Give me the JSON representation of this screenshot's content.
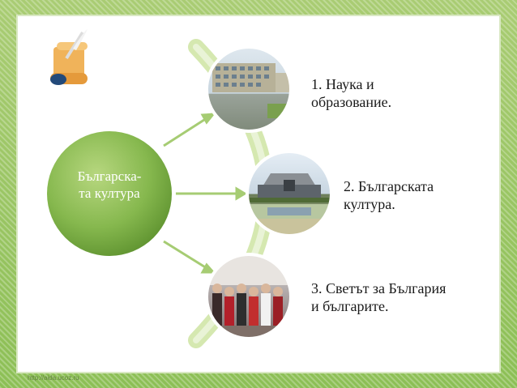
{
  "center": {
    "line1": "Българска-",
    "line2": "та култура"
  },
  "items": [
    {
      "line1": "1. Наука и",
      "line2": "образование."
    },
    {
      "line1": "2. Българската",
      "line2": "култура."
    },
    {
      "line1": "3. Светът за България",
      "line2": "и българите."
    }
  ],
  "watermark": "http://aida.ucoz.ru",
  "colors": {
    "border_green": "#8cbf55",
    "circle_green": "#7fae45",
    "arc_green": "#cfe3a6"
  },
  "icons": {
    "logo": "scroll-quill-icon"
  }
}
